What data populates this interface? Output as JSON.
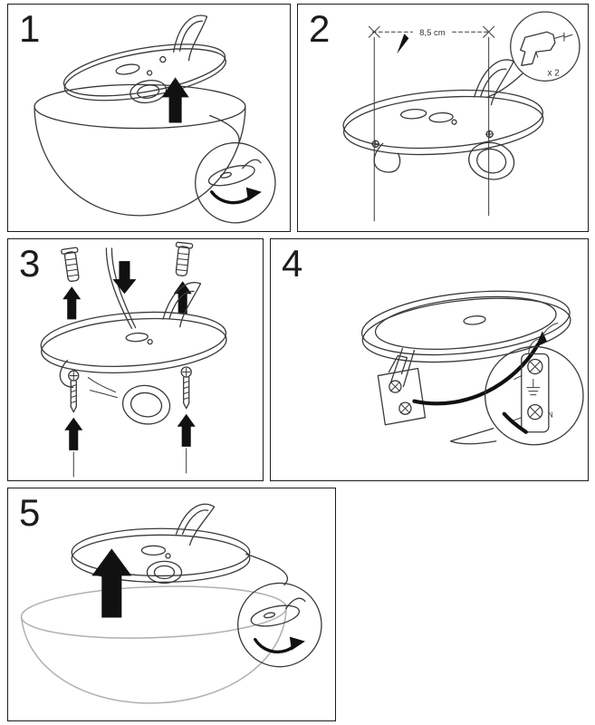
{
  "palette": {
    "line_color": "#3a3a3a",
    "arrow_color": "#111111",
    "shade_line_color": "#b0b0b0",
    "border_color": "#1c1c1c"
  },
  "steps": [
    {
      "label": "1"
    },
    {
      "label": "2",
      "measurement_label": "8,5 cm",
      "quantity_label": "x 2"
    },
    {
      "label": "3"
    },
    {
      "label": "4",
      "neutral_terminal_label": "N"
    },
    {
      "label": "5"
    }
  ]
}
